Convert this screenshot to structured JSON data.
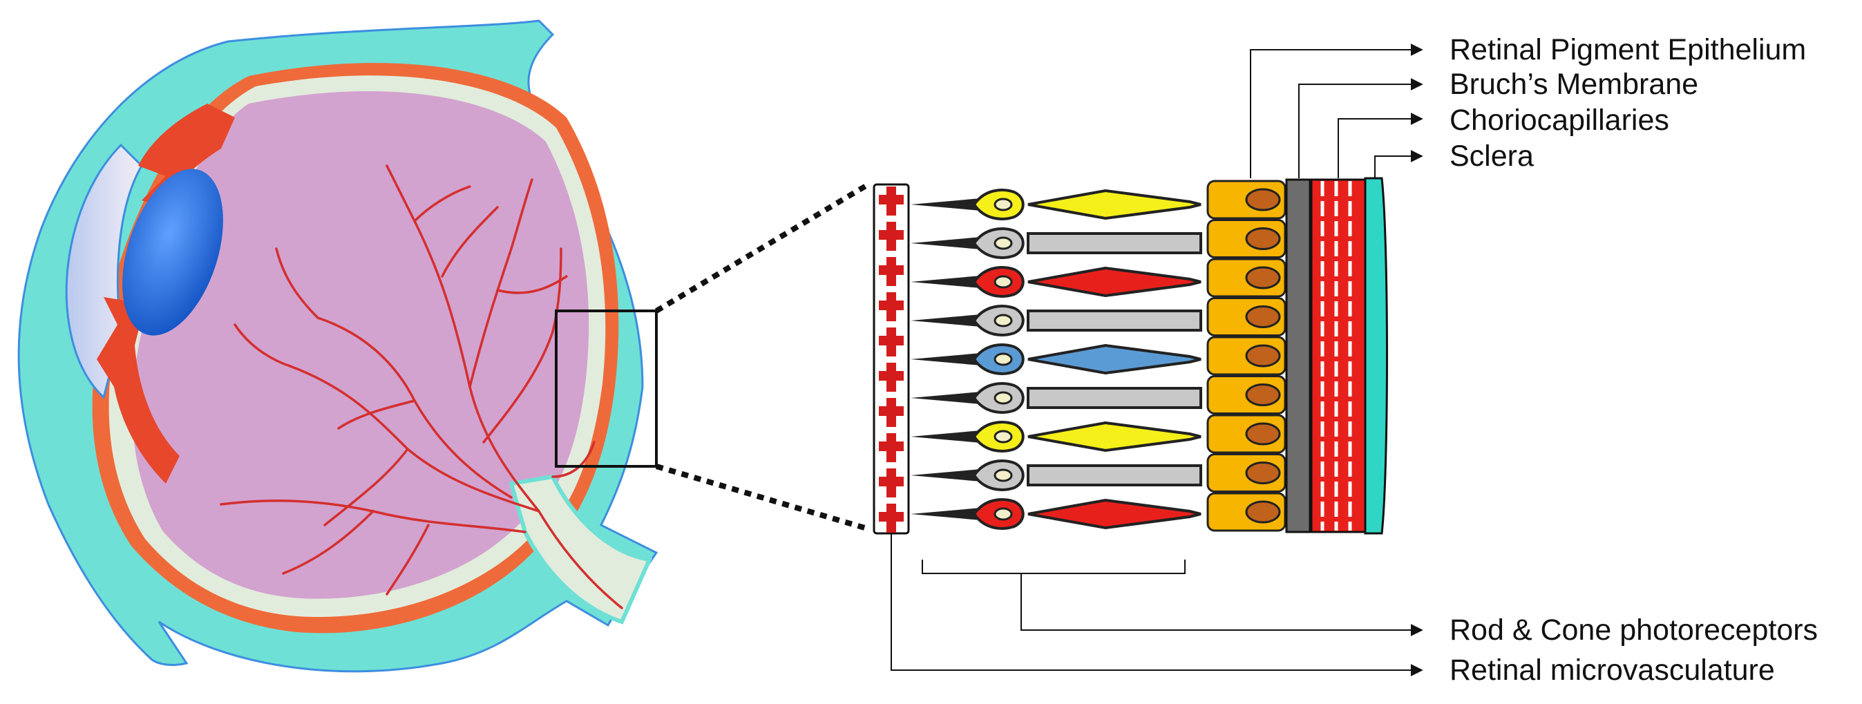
{
  "labels": {
    "rpe": "Retinal Pigment Epithelium",
    "bruch": "Bruch’s Membrane",
    "choriocap": "Choriocapillaries",
    "sclera": "Sclera",
    "photoreceptors": "Rod & Cone photoreceptors",
    "microvasculature": "Retinal microvasculature"
  },
  "photoreceptor_rows": [
    {
      "kind": "cone",
      "color": "#f5ef1a"
    },
    {
      "kind": "rod",
      "color": "#c8c8c8"
    },
    {
      "kind": "cone",
      "color": "#e8201c"
    },
    {
      "kind": "rod",
      "color": "#c8c8c8"
    },
    {
      "kind": "cone",
      "color": "#5b9bd5"
    },
    {
      "kind": "rod",
      "color": "#c8c8c8"
    },
    {
      "kind": "cone",
      "color": "#f5ef1a"
    },
    {
      "kind": "rod",
      "color": "#c8c8c8"
    },
    {
      "kind": "cone",
      "color": "#e8201c"
    }
  ],
  "colors": {
    "sclera": "#6fe0d5",
    "choroid": "#e7472b",
    "vitreous": "#d2a3cf",
    "lens": "#1f63d6",
    "vessel": "#d42f2f",
    "rpe_cell": "#f7b500",
    "rpe_nucleus": "#c0621c",
    "bruch": "#6d6d6d"
  }
}
